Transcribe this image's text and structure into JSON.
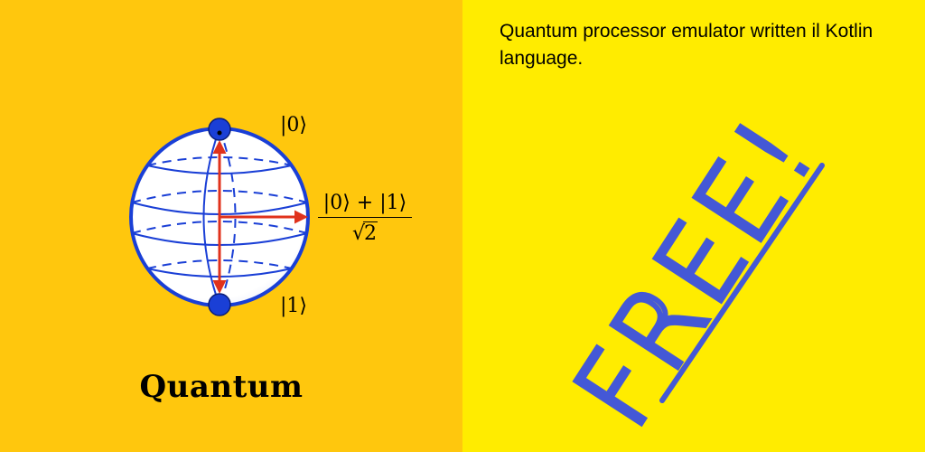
{
  "left": {
    "ket_zero": "|0⟩",
    "ket_one": "|1⟩",
    "superposition_numerator": "|0⟩ + |1⟩",
    "superposition_sqrt_sign": "√",
    "superposition_sqrt_arg": "2",
    "brand": "Quantum"
  },
  "right": {
    "description": "Quantum processor emulator written il Kotlin language.",
    "badge": "FREE!"
  },
  "colors": {
    "left_background": "#FFC70D",
    "right_background": "#FFEC00",
    "sphere_blue": "#1A3FD6",
    "arrow_red": "#E0321C",
    "free_blue": "#4458D6"
  },
  "icons": [
    "bloch-sphere-icon"
  ]
}
